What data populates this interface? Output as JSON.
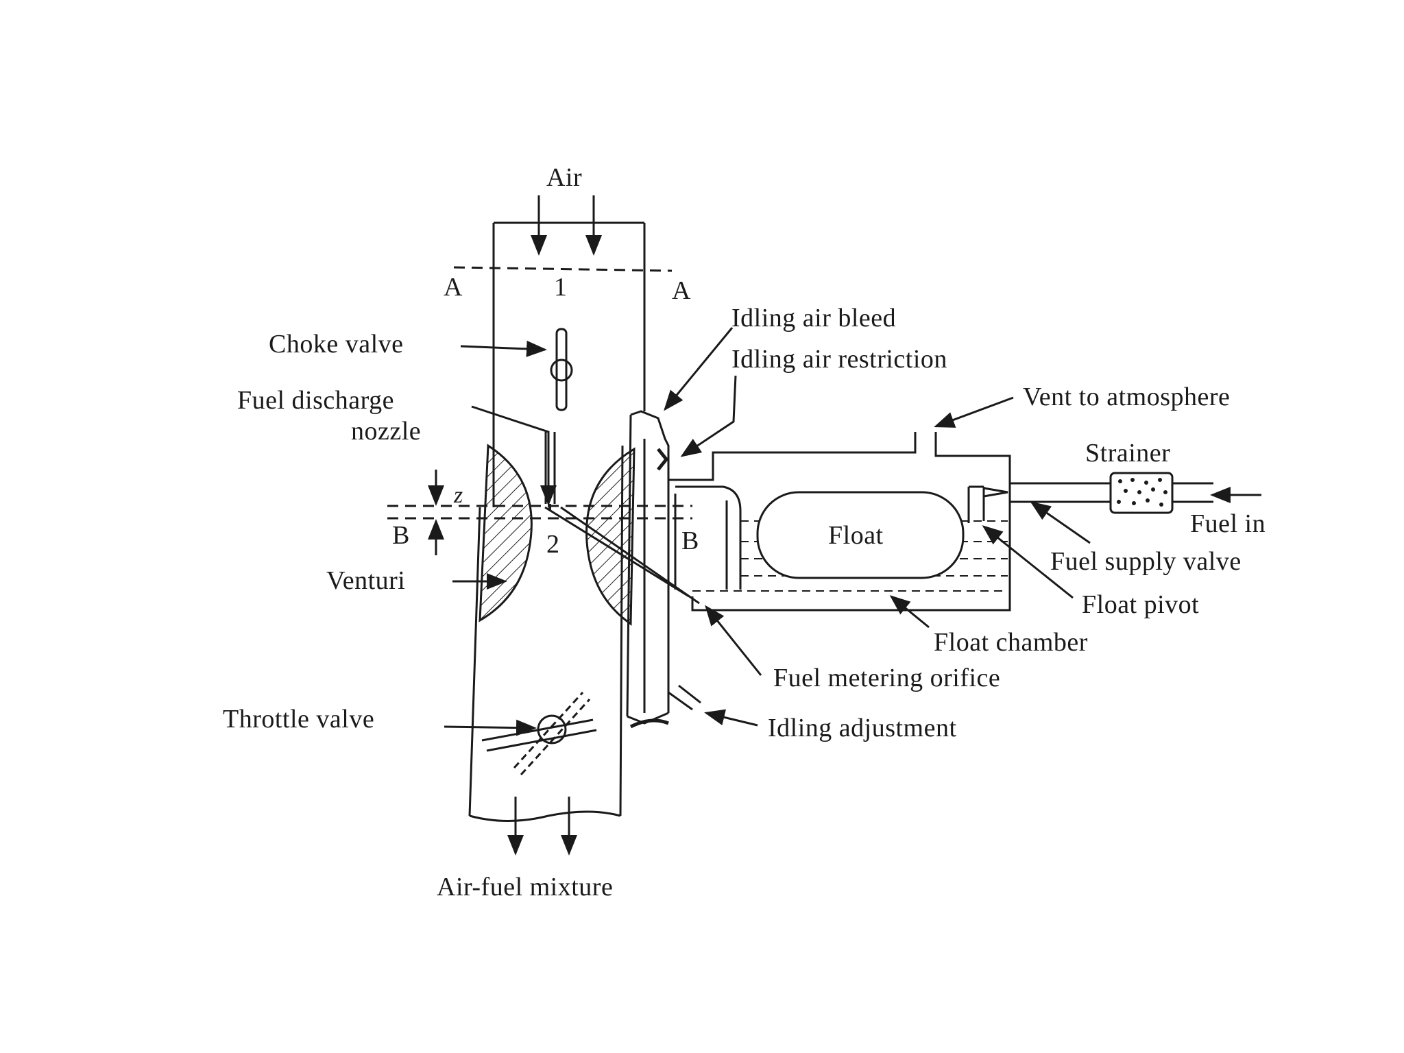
{
  "labels": {
    "air": "Air",
    "section_a_left": "A",
    "section_a_right": "A",
    "station_1": "1",
    "choke_valve": "Choke valve",
    "fuel_discharge_nozzle_line1": "Fuel discharge",
    "fuel_discharge_nozzle_line2": "nozzle",
    "z": "z",
    "section_b_left": "B",
    "station_2": "2",
    "section_b_right": "B",
    "venturi": "Venturi",
    "throttle_valve": "Throttle valve",
    "air_fuel_mixture": "Air-fuel mixture",
    "idling_air_bleed": "Idling air bleed",
    "idling_air_restriction": "Idling air restriction",
    "vent_to_atmosphere": "Vent to atmosphere",
    "strainer": "Strainer",
    "float": "Float",
    "fuel_in": "Fuel in",
    "fuel_supply_valve": "Fuel supply valve",
    "float_pivot": "Float pivot",
    "float_chamber": "Float chamber",
    "fuel_metering_orifice": "Fuel metering orifice",
    "idling_adjustment": "Idling adjustment"
  },
  "colors": {
    "ink": "#1a1a1a",
    "background": "#ffffff"
  }
}
